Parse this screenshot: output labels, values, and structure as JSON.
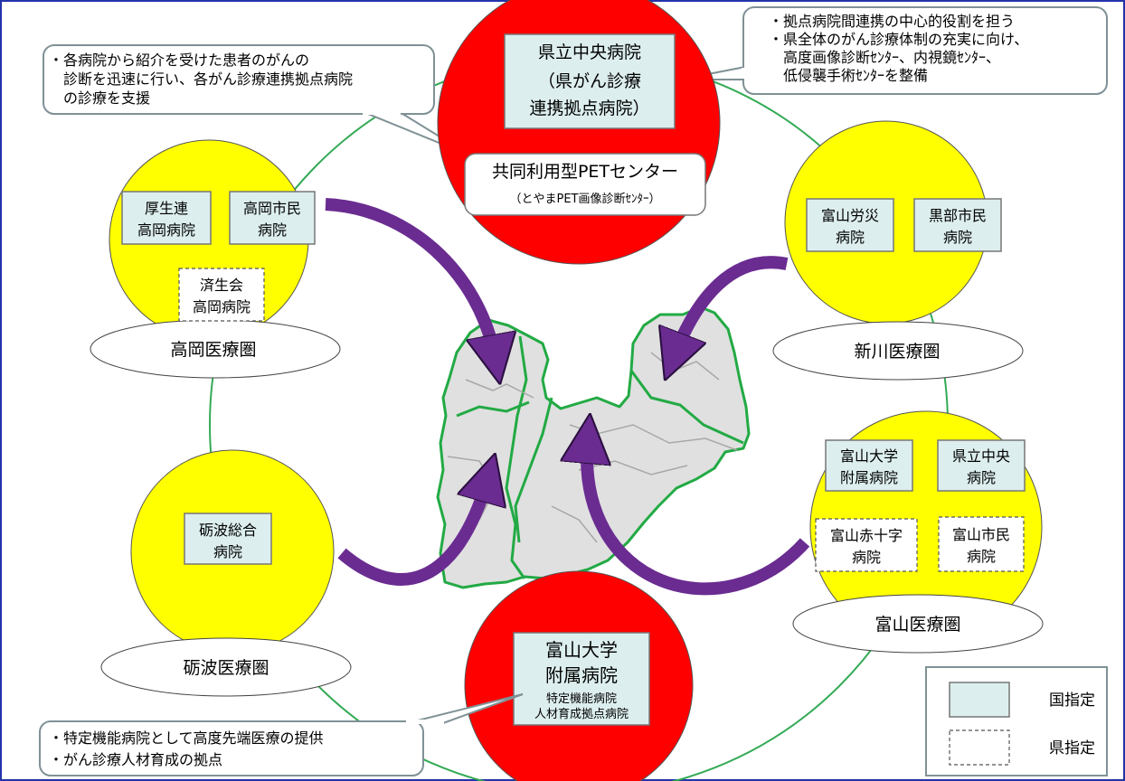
{
  "callouts": {
    "top_left": [
      "・各病院から紹介を受けた患者のがんの",
      "　診断を迅速に行い、各がん診療連携拠点病院",
      "　の診療を支援"
    ],
    "top_right": [
      "・拠点病院間連携の中心的役割を担う",
      "・県全体のがん診療体制の充実に向け、",
      "　高度画像診断ｾﾝﾀｰ、内視鏡ｾﾝﾀｰ、",
      "　低侵襲手術ｾﾝﾀｰを整備"
    ],
    "bottom_left": [
      "・特定機能病院として高度先端医療の提供",
      "・がん診療人材育成の拠点"
    ]
  },
  "central_hospital": {
    "name_lines": [
      "県立中央病院",
      "（県がん診療",
      "連携拠点病院）"
    ],
    "pet_name": "共同利用型PETセンター",
    "pet_sub": "（とやまPET画像診断ｾﾝﾀｰ）"
  },
  "univ_hospital": {
    "name_lines": [
      "富山大学",
      "附属病院"
    ],
    "sub_lines": [
      "特定機能病院",
      "人材育成拠点病院"
    ]
  },
  "areas": {
    "takaoka": {
      "label": "高岡医療圏",
      "hospitals": [
        {
          "lines": [
            "厚生連",
            "高岡病院"
          ],
          "designation": "national"
        },
        {
          "lines": [
            "高岡市民",
            "病院"
          ],
          "designation": "national"
        },
        {
          "lines": [
            "済生会",
            "高岡病院"
          ],
          "designation": "prefectural"
        }
      ]
    },
    "niikawa": {
      "label": "新川医療圏",
      "hospitals": [
        {
          "lines": [
            "富山労災",
            "病院"
          ],
          "designation": "national"
        },
        {
          "lines": [
            "黒部市民",
            "病院"
          ],
          "designation": "national"
        }
      ]
    },
    "tonami": {
      "label": "砺波医療圏",
      "hospitals": [
        {
          "lines": [
            "砺波総合",
            "病院"
          ],
          "designation": "national"
        }
      ]
    },
    "toyama": {
      "label": "富山医療圏",
      "hospitals": [
        {
          "lines": [
            "富山大学",
            "附属病院"
          ],
          "designation": "national"
        },
        {
          "lines": [
            "県立中央",
            "病院"
          ],
          "designation": "national"
        },
        {
          "lines": [
            "富山赤十字",
            "病院"
          ],
          "designation": "prefectural"
        },
        {
          "lines": [
            "富山市民",
            "病院"
          ],
          "designation": "prefectural"
        }
      ]
    }
  },
  "legend": {
    "national": "国指定",
    "prefectural": "県指定"
  },
  "colors": {
    "red_circle": "#ff0000",
    "yellow_circle": "#ffff00",
    "hospital_box": "#ddeeee",
    "arrow": "#6a2c91",
    "map_fill": "#e0e0e0",
    "map_border": "#22aa44",
    "ring": "#33aa55",
    "callout_border": "#7f9196",
    "frame": "#2233aa"
  }
}
